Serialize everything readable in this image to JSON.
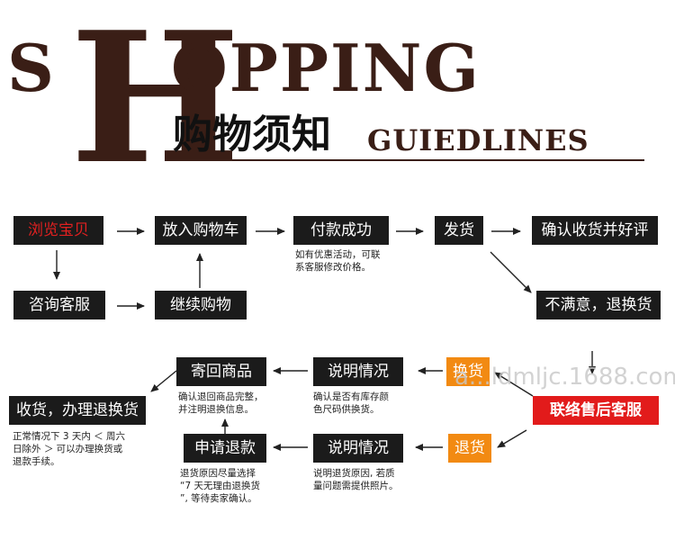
{
  "banner": {
    "letter_s": "S",
    "letter_h": "H",
    "letters_rest": "OPPING",
    "subtitle_cn": "购物须知",
    "subtitle_en": "GUIEDLINES"
  },
  "flow": {
    "browse": "浏览宝贝",
    "add_to_cart": "放入购物车",
    "pay_success": "付款成功",
    "ship": "发货",
    "confirm_review": "确认收货并好评",
    "consult_service": "咨询客服",
    "continue_shopping": "继续购物",
    "unsatisfied_return": "不满意，退换货",
    "contact_after_sales": "联络售后客服",
    "exchange": "换货",
    "explain_situation_top": "说明情况",
    "send_back_goods": "寄回商品",
    "receive_goods_return": "收货，办理退换货",
    "refund": "退货",
    "explain_situation_bottom": "说明情况",
    "apply_return": "申请退款"
  },
  "notes": {
    "pay_note": [
      "如有优惠活动，可联",
      "系客服修改价格。"
    ],
    "send_back_note": [
      "确认退回商品完整，",
      "并注明退换信息。"
    ],
    "exchange_note": [
      "确认是否有库存颜",
      "色尺码供换货。"
    ],
    "receive_note": [
      "正常情况下 3 天内 ＜ 周六",
      "日除外 ＞ 可以办理换货或",
      "退款手续。"
    ],
    "apply_note": [
      "退货原因尽量选择",
      "“7 天无理由退换货",
      "”, 等待卖家确认。"
    ],
    "refund_note": [
      "说明退货原因, 若质",
      "量问题需提供照片。"
    ]
  },
  "watermark": "a...ldmljc.1688.com",
  "colors": {
    "dark": "#1b1b1b",
    "brown": "#3a1e16",
    "orange": "#f28a12",
    "red": "#e21b1b"
  }
}
